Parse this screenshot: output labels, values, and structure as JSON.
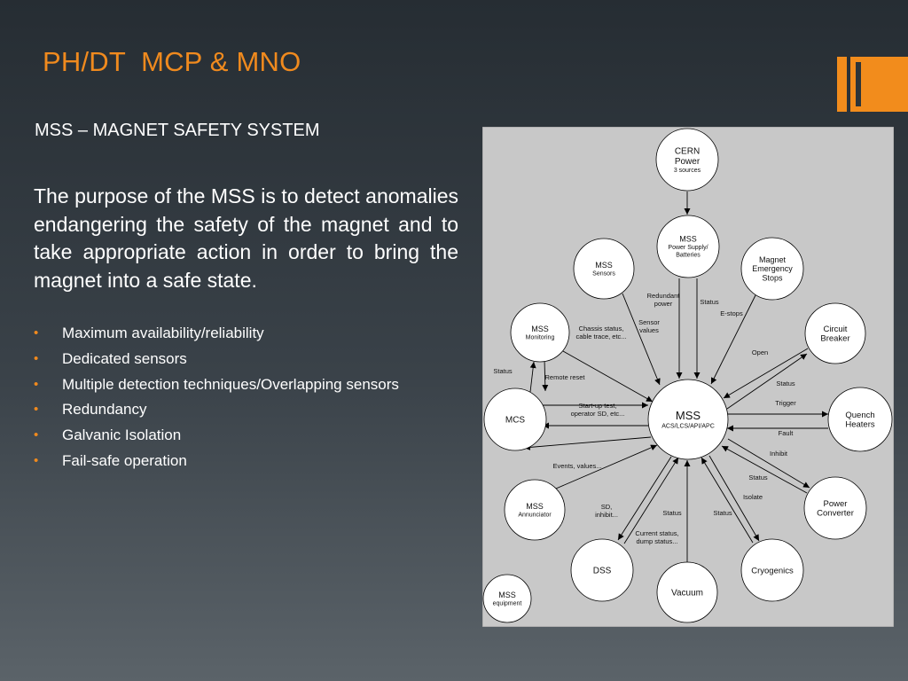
{
  "slide": {
    "title": "PH/DT  MCP & MNO",
    "subtitle": "MSS – MAGNET SAFETY SYSTEM",
    "paragraph": "The purpose of the MSS is to detect anomalies endangering the safety of the magnet and to take appropriate action in order to bring the magnet into a safe state.",
    "bullets": [
      "Maximum availability/reliability",
      "Dedicated sensors",
      "Multiple detection techniques/Overlapping sensors",
      "Redundancy",
      "Galvanic Isolation",
      "Fail-safe operation"
    ],
    "bullet_glyph": "•",
    "colors": {
      "accent": "#f08a1e",
      "diagram_bg": "#c8c8c8"
    }
  },
  "diagram": {
    "nodes": [
      {
        "id": "cern",
        "lines": [
          "CERN",
          "Power"
        ],
        "sub": "3 sources"
      },
      {
        "id": "mss-psu",
        "lines": [
          "MSS"
        ],
        "sub": "Power Supply/|Batteries"
      },
      {
        "id": "mss-sensors",
        "lines": [
          "MSS"
        ],
        "sub": "Sensors"
      },
      {
        "id": "magnet-stops",
        "lines": [
          "Magnet",
          "Emergency",
          "Stops"
        ],
        "sub": ""
      },
      {
        "id": "mss-monitoring",
        "lines": [
          "MSS"
        ],
        "sub": "Monitoring"
      },
      {
        "id": "circuit-breaker",
        "lines": [
          "Circuit",
          "Breaker"
        ],
        "sub": ""
      },
      {
        "id": "mcs",
        "lines": [
          "MCS"
        ],
        "sub": ""
      },
      {
        "id": "mss-main",
        "lines": [
          "MSS"
        ],
        "sub": "ACS/LCS/API/APC"
      },
      {
        "id": "quench",
        "lines": [
          "Quench",
          "Heaters"
        ],
        "sub": ""
      },
      {
        "id": "mss-annunciator",
        "lines": [
          "MSS"
        ],
        "sub": "Annunciator"
      },
      {
        "id": "power-converter",
        "lines": [
          "Power",
          "Converter"
        ],
        "sub": ""
      },
      {
        "id": "dss",
        "lines": [
          "DSS"
        ],
        "sub": ""
      },
      {
        "id": "cryogenics",
        "lines": [
          "Cryogenics"
        ],
        "sub": ""
      },
      {
        "id": "vacuum",
        "lines": [
          "Vacuum"
        ],
        "sub": ""
      },
      {
        "id": "mss-equipment",
        "lines": [
          "MSS"
        ],
        "sub": "equipment"
      }
    ],
    "labels": [
      "Redundant|power",
      "Status",
      "E-stops",
      "Sensor|values",
      "Chassis status,|cable trace, etc...",
      "Open",
      "Status",
      "Remote reset",
      "Status",
      "Trigger",
      "Start-up test,|operator SD, etc...",
      "Fault",
      "Inhibit",
      "Events, values...",
      "Status",
      "Isolate",
      "SD,|inhibit...",
      "Status",
      "Status",
      "Current status,|dump status..."
    ]
  }
}
